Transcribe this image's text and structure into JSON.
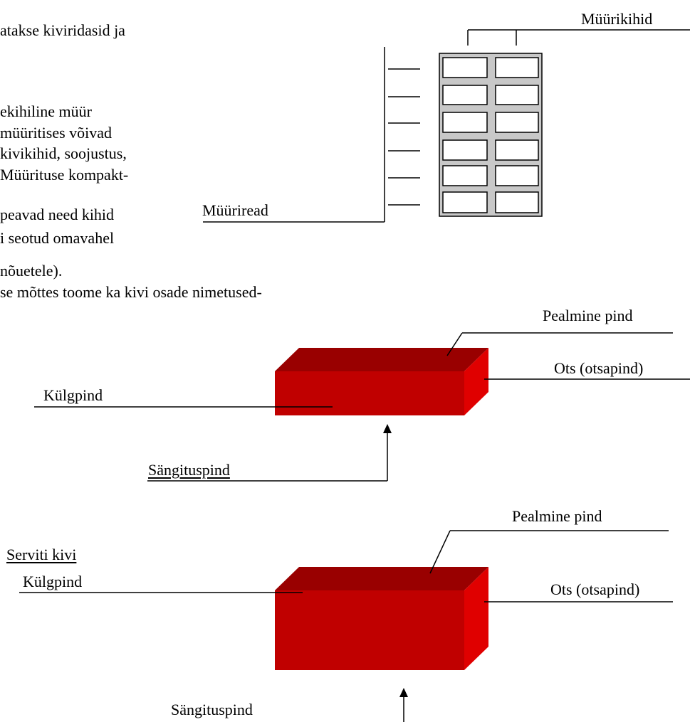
{
  "body_text": {
    "line1": "atakse kiviridasid ja",
    "line2": "ekihiline müür",
    "line3": "müüritises võivad",
    "line4": "kivikihid, soojustus,",
    "line5": "Müürituse kompakt-",
    "line6": "peavad need kihid",
    "line7": "i seotud omavahel",
    "line8": "nõuetele).",
    "line9": "se mõttes toome ka kivi osade nimetused-"
  },
  "wall_diagram": {
    "layers_label": "Müürikihid",
    "rows_label": "Müüriread"
  },
  "brick1": {
    "top_label": "Pealmine pind",
    "end_label": "Ots (otsapind)",
    "side_label": "Külgpind",
    "bed_label": "Sängituspind"
  },
  "brick2": {
    "caption": "Serviti kivi",
    "top_label": "Pealmine pind",
    "end_label": "Ots (otsapind)",
    "side_label": "Külgpind",
    "bed_label": "Sängituspind"
  },
  "colors": {
    "brick_front": "#c00000",
    "brick_top": "#990000",
    "brick_side": "#e00000",
    "mortar": "#c8c8c8"
  }
}
